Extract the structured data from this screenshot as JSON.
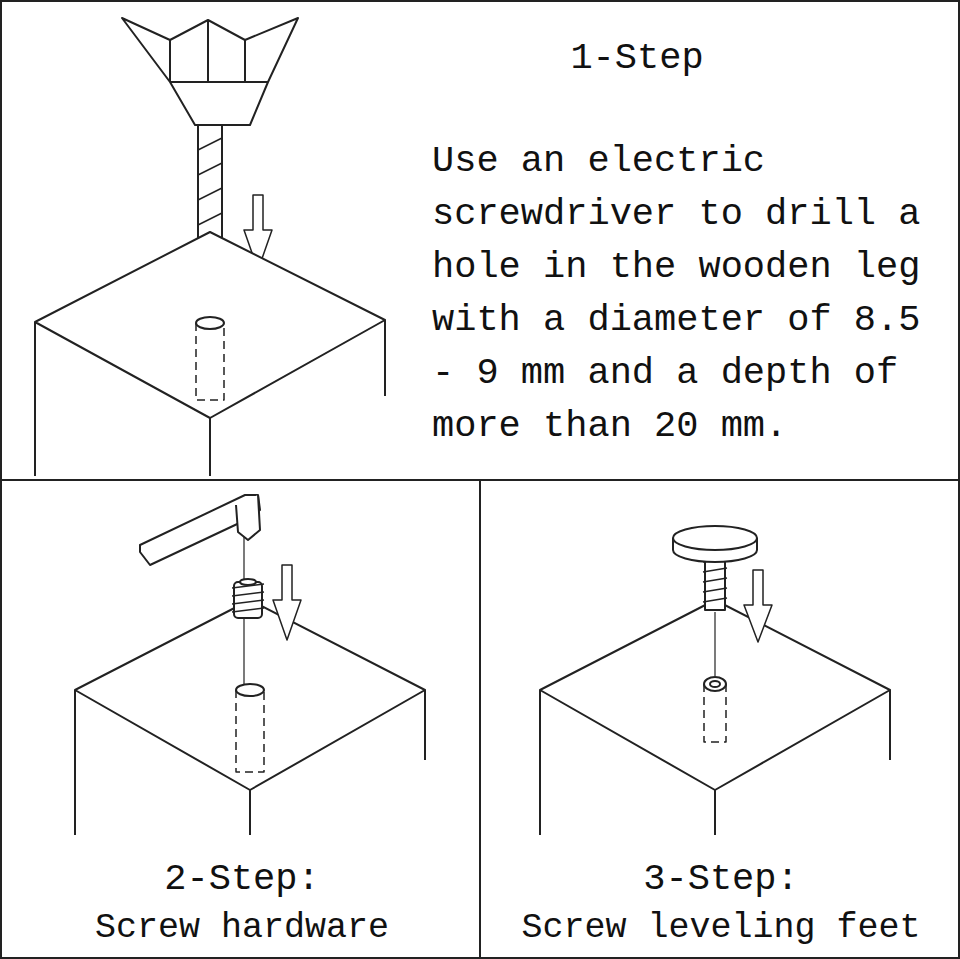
{
  "diagram": {
    "nodes": [
      {
        "text": [
          "1-Step",
          "Use an electric screwdriver to drill a hole in the wooden leg with a diameter of 8.5 - 9 mm and a depth of more than 20 mm."
        ]
      },
      {
        "text": [
          "2-Step:",
          "Screw hardware"
        ]
      },
      {
        "text": [
          "3-Step:",
          "Screw leveling feet"
        ]
      }
    ]
  }
}
